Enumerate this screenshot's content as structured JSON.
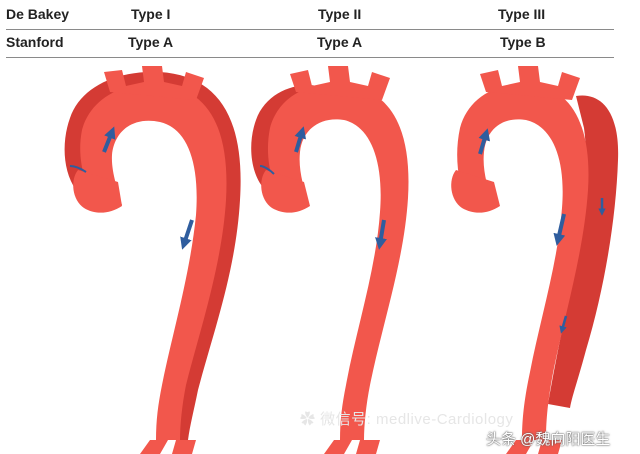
{
  "header": {
    "row1": {
      "label": "De Bakey",
      "col1": "Type I",
      "col2": "Type II",
      "col3": "Type III"
    },
    "row2": {
      "label": "Stanford",
      "col1": "Type A",
      "col2": "Type A",
      "col3": "Type B"
    }
  },
  "colors": {
    "aorta": "#f2574c",
    "aorta_edge": "#d9423a",
    "dissection": "#d43b34",
    "arrow": "#2f5d9e"
  },
  "watermarks": {
    "wechat": "微信号: medlive-Cardiology",
    "toutiao": "头条 @魏向阳医生"
  }
}
